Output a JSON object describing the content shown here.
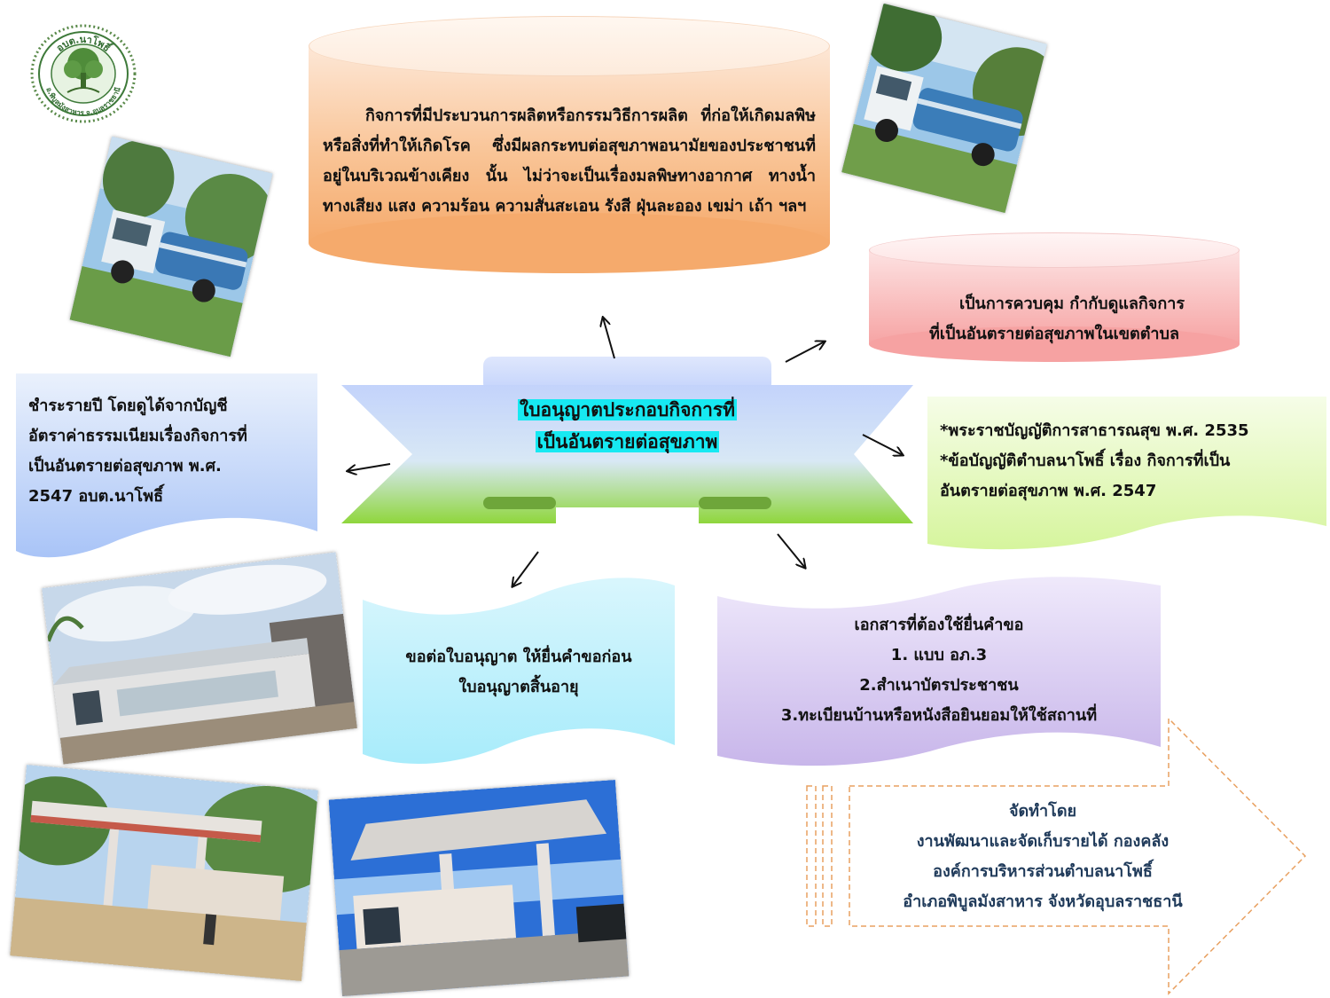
{
  "logo": {
    "text_top": "อบต.นาโพธิ์",
    "text_bottom": "อ.พิบูลมังสาหาร จ.อุบลราชธานี"
  },
  "center": {
    "title_line1": "ใบอนุญาตประกอบกิจการที่",
    "title_line2": "เป็นอันตรายต่อสุขภาพ"
  },
  "definition": {
    "text": "กิจการที่มีประบวนการผลิตหรือกรรมวิธีการผลิต ที่ก่อให้เกิดมลพิษหรือสิ่งที่ทำให้เกิดโรค ซึ่งมีผลกระทบต่อสุขภาพอนามัยของประชาชนที่อยู่ในบริเวณข้างเคียง นั้น ไม่ว่าจะเป็นเรื่องมลพิษทางอากาศ ทางน้ำ ทางเสียง แสง ความร้อน ความสั่นสะเอน รังสี ฝุ่นละออง เขม่า เถ้า ฯลฯ"
  },
  "purpose": {
    "line1": "เป็นการควบคุม กำกับดูแลกิจการ",
    "line2": "ที่เป็นอันตรายต่อสุขภาพในเขตตำบล"
  },
  "laws": {
    "line1": "*พระราชบัญญัติการสาธารณสุข พ.ศ. 2535",
    "line2": "*ข้อบัญญัติตำบลนาโพธิ์ เรื่อง กิจการที่เป็น",
    "line3": "อันตรายต่อสุขภาพ พ.ศ. 2547"
  },
  "fee": {
    "line1": "ชำระรายปี โดยดูได้จากบัญชี",
    "line2": "อัตราค่าธรรมเนียมเรื่องกิจการที่",
    "line3": "เป็นอันตรายต่อสุขภาพ พ.ศ.",
    "line4": "2547 อบต.นาโพธิ์"
  },
  "renewal": {
    "line1": "ขอต่อใบอนุญาต ให้ยื่นคำขอก่อน",
    "line2": "ใบอนุญาตสิ้นอายุ"
  },
  "documents": {
    "heading": "เอกสารที่ต้องใช้ยื่นคำขอ",
    "item1": "1. แบบ อภ.3",
    "item2": "2.สำเนาบัตรประชาชน",
    "item3": "3.ทะเบียนบ้านหรือหนังสือยินยอมให้ใช้สถานที่"
  },
  "credit": {
    "line1": "จัดทำโดย",
    "line2": "งานพัฒนาและจัดเก็บรายได้ กองคลัง",
    "line3": "องค์การบริหารส่วนตำบลนาโพธิ์",
    "line4": "อำเภอพิบูลมังสาหาร จังหวัดอุบลราชธานี"
  },
  "colors": {
    "title_highlight": "#17e9f2",
    "definition_fill": "#f7b27a",
    "purpose_fill": "#f6a4a4",
    "laws_fill": "#dcf7a8",
    "fee_fill": "#a9c4f7",
    "renewal_fill": "#aeeefc",
    "documents_fill": "#c8b6ea",
    "credit_text": "#1f3a5a",
    "credit_border": "#e8a060"
  }
}
